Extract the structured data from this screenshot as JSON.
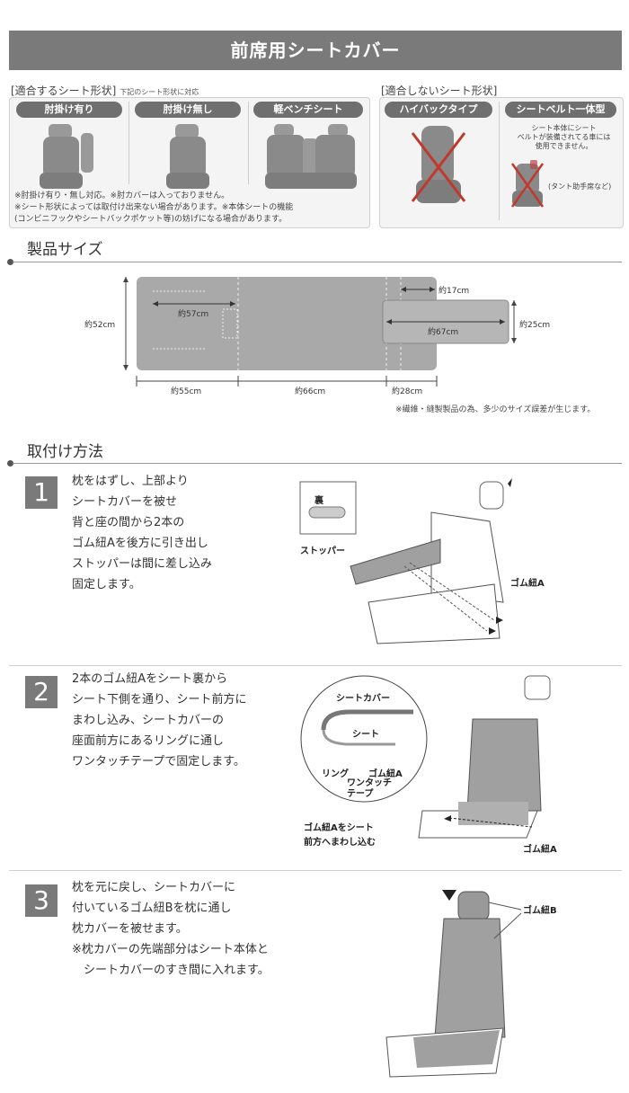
{
  "header": {
    "title": "前席用シートカバー"
  },
  "compatible": {
    "heading": "[適合するシート形状]",
    "subnote": "下記のシート形状に対応",
    "types": [
      "肘掛け有り",
      "肘掛け無し",
      "軽ベンチシート"
    ],
    "notes": [
      "※肘掛け有り・無し対応。※肘カバーは入っておりません。",
      "※シート形状によっては取付け出来ない場合があります。※本体シートの機能",
      "(コンビニフックやシートバックポケット等)の妨げになる場合があります。"
    ]
  },
  "incompatible": {
    "heading": "[適合しないシート形状]",
    "types": [
      "ハイバックタイプ",
      "シートベルト一体型"
    ],
    "desc": [
      "シート本体にシート",
      "ベルトが装備されてる車には",
      "使用できません。"
    ],
    "example": "(タント助手席など)"
  },
  "size_section": {
    "title": "製品サイズ",
    "dims": {
      "height_main": "約52cm",
      "width_57": "約57cm",
      "width_17": "約17cm",
      "width_67": "約67cm",
      "height_25": "約25cm",
      "seg_55": "約55cm",
      "seg_66": "約66cm",
      "seg_28": "約28cm"
    },
    "note": "※繊維・縫製製品の為、多少のサイズ誤差が生じます。"
  },
  "install_section": {
    "title": "取付け方法",
    "steps": [
      {
        "number": "1",
        "text": "枕をはずし、上部より\nシートカバーを被せ\n背と座の間から2本の\nゴム紐Aを後方に引き出し\nストッパーは間に差し込み\n固定します。",
        "labels": {
          "back": "裏",
          "stopper": "ストッパー",
          "rubber_a": "ゴム紐A"
        }
      },
      {
        "number": "2",
        "text": "2本のゴム紐Aをシート裏から\nシート下側を通り、シート前方に\nまわし込み、シートカバーの\n座面前方にあるリングに通し\nワンタッチテープで固定します。",
        "labels": {
          "seat_cover": "シートカバー",
          "seat": "シート",
          "ring": "リング",
          "rubber_a": "ゴム紐A",
          "velcro": "ワンタッチ\nテープ",
          "wrap": "ゴム紐Aをシート\n前方へまわし込む",
          "rubber_a2": "ゴム紐A"
        }
      },
      {
        "number": "3",
        "text": "枕を元に戻し、シートカバーに\n付いているゴム紐Bを枕に通し\n枕カバーを被せます。\n※枕カバーの先端部分はシート本体と\n　シートカバーのすき間に入れます。",
        "labels": {
          "rubber_b": "ゴム紐B"
        }
      }
    ]
  }
}
